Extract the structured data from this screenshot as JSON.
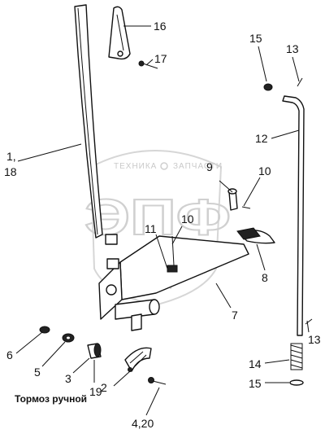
{
  "caption": "Тормоз ручной",
  "watermark": {
    "text_left": "ТЕХНИКА",
    "text_right": "ЗАПЧАСТИ",
    "monogram": "ЭПФ"
  },
  "callouts": {
    "c16": "16",
    "c17": "17",
    "c15a": "15",
    "c13a": "13",
    "c1": "1,",
    "c18": "18",
    "c12": "12",
    "c9": "9",
    "c10a": "10",
    "c10b": "10",
    "c11": "11",
    "c8": "8",
    "c7": "7",
    "c13b": "13",
    "c6": "6",
    "c5": "5",
    "c3": "3",
    "c19": "19",
    "c14": "14",
    "c15b": "15",
    "c2": "2",
    "c4_20": "4,20"
  }
}
